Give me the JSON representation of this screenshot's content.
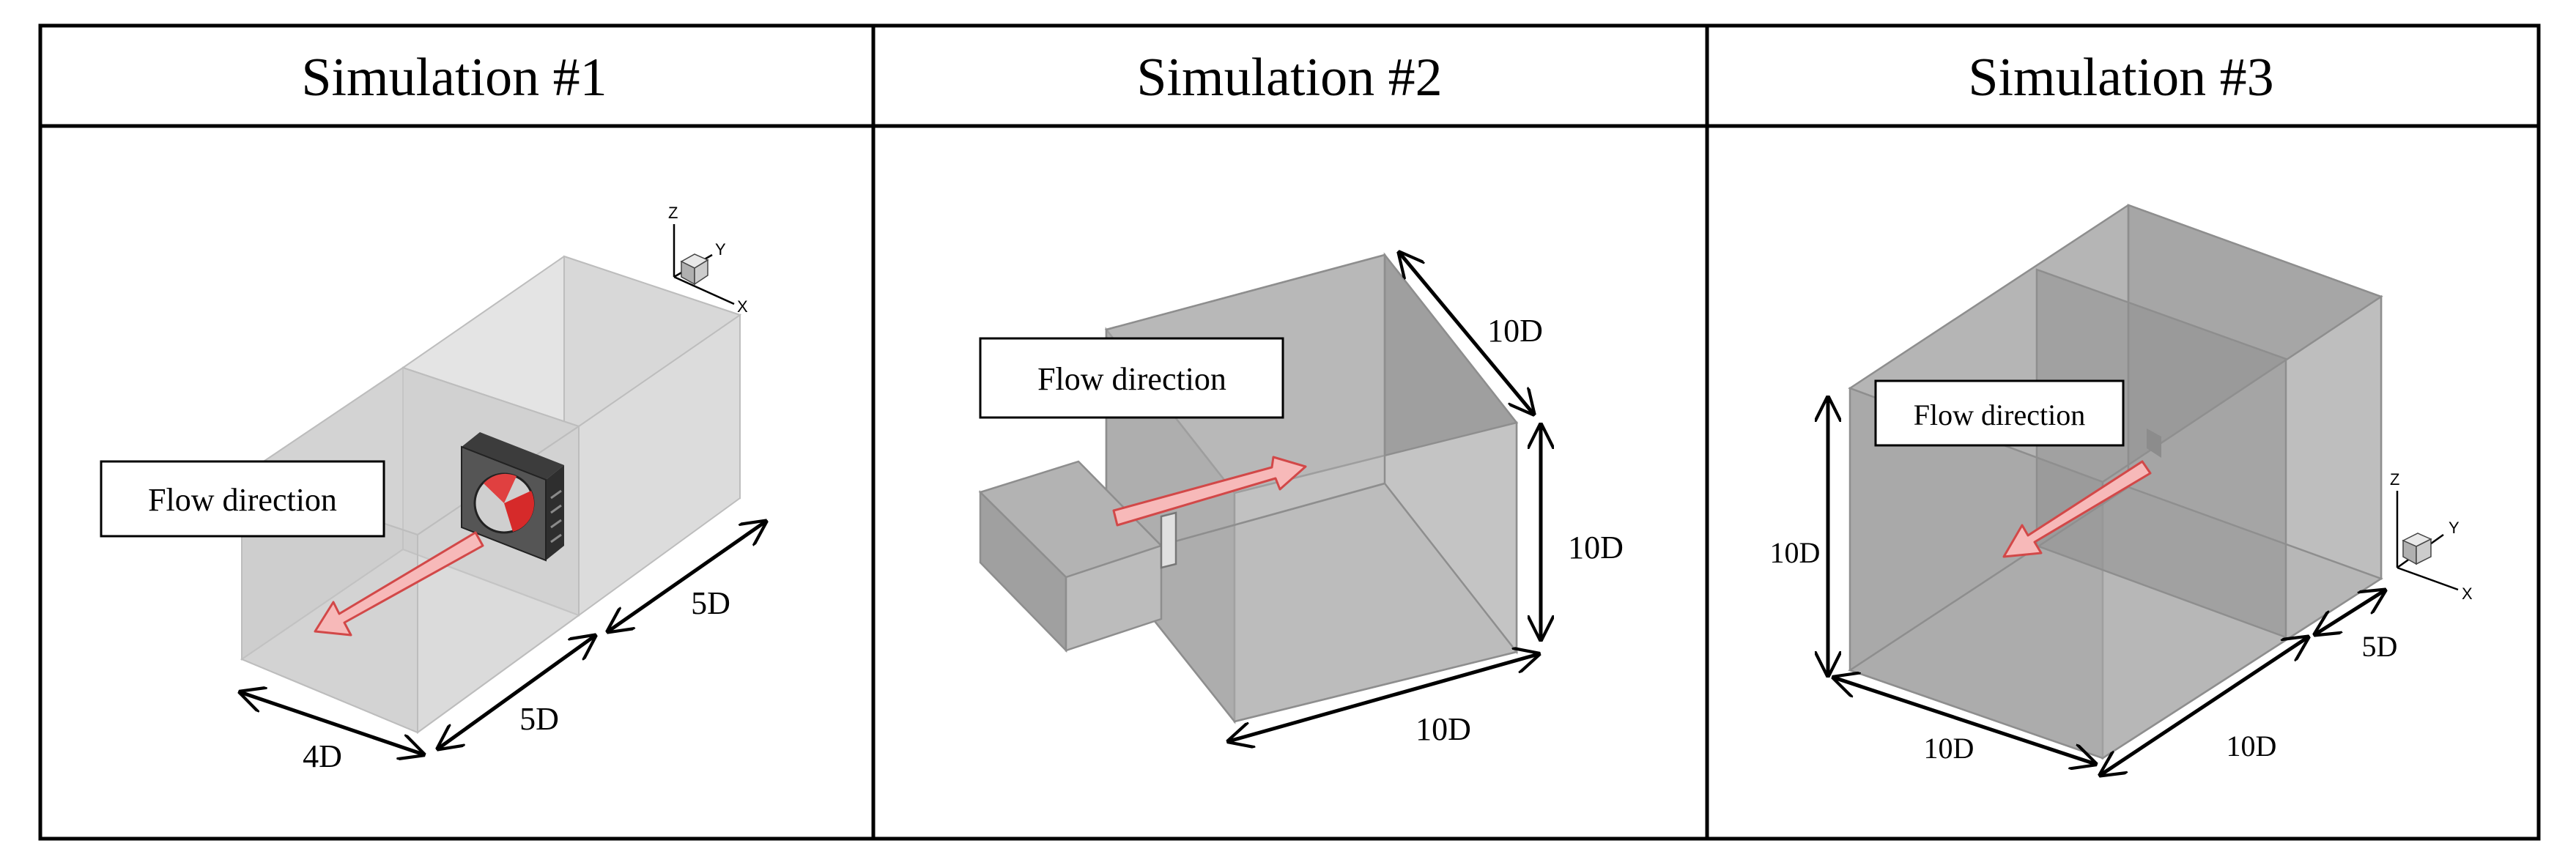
{
  "panels": [
    {
      "title": "Simulation #1",
      "flow_label": "Flow direction",
      "dims": [
        "4D",
        "5D",
        "5D"
      ],
      "axes": [
        "Z",
        "Y",
        "X"
      ]
    },
    {
      "title": "Simulation #2",
      "flow_label": "Flow direction",
      "dims": [
        "10D",
        "10D",
        "10D"
      ]
    },
    {
      "title": "Simulation #3",
      "flow_label": "Flow direction",
      "dims": [
        "10D",
        "10D",
        "10D",
        "5D"
      ],
      "axes": [
        "Z",
        "Y",
        "X"
      ]
    }
  ],
  "colors": {
    "border": "#000000",
    "domain_light": "#e2e2e2",
    "domain_mid": "#c2c2c2",
    "domain_dark": "#a4a4a4",
    "arrow_fill": "#f7b9b9",
    "arrow_stroke": "#d24848"
  }
}
